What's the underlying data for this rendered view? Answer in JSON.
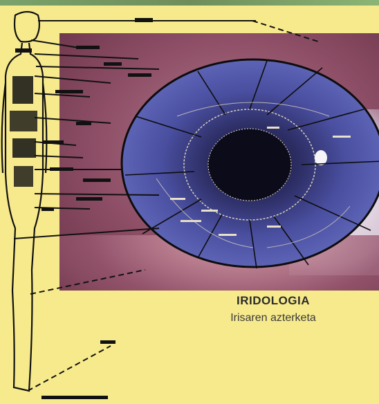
{
  "caption": {
    "title": "IRIDOLOGIA",
    "subtitle": "Irisaren azterketa"
  },
  "colors": {
    "background": "#f7ea8c",
    "iris_blue": "#4a4fa0",
    "ink": "#111111"
  },
  "illustration": {
    "subject": "human-body-outline",
    "photo": "eye-closeup-with-iris-chart"
  }
}
